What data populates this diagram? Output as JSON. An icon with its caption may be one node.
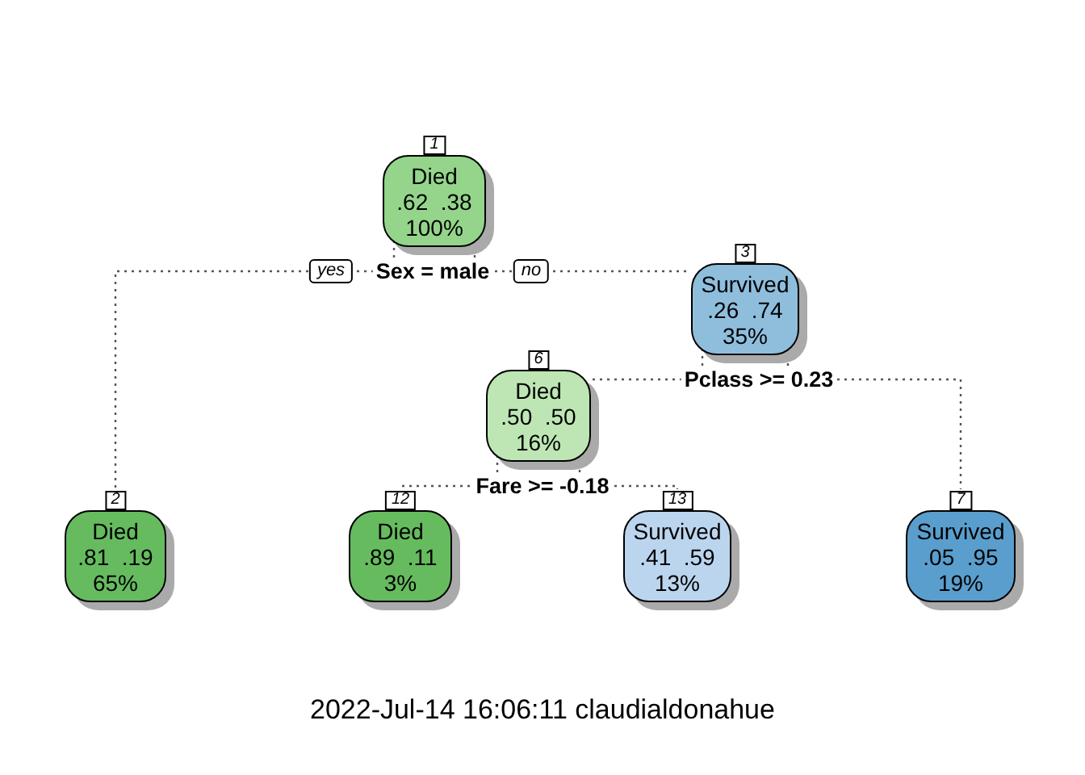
{
  "diagram": {
    "caption": "2022-Jul-14 16:06:11 claudialdonahue",
    "nodes": [
      {
        "text": [
          "Died",
          ".62  .38",
          "100%"
        ],
        "beside": [
          "1"
        ]
      },
      {
        "text": [
          "Survived",
          ".26  .74",
          "35%"
        ],
        "beside": [
          "3"
        ]
      },
      {
        "text": [
          "Died",
          ".50  .50",
          "16%"
        ],
        "beside": [
          "6"
        ]
      },
      {
        "text": [
          "Died",
          ".81  .19",
          "65%"
        ],
        "beside": [
          "2"
        ]
      },
      {
        "text": [
          "Died",
          ".89  .11",
          "3%"
        ],
        "beside": [
          "12"
        ]
      },
      {
        "text": [
          "Survived",
          ".41  .59",
          "13%"
        ],
        "beside": [
          "13"
        ]
      },
      {
        "text": [
          "Survived",
          ".05  .95",
          "19%"
        ],
        "beside": [
          "7"
        ]
      }
    ],
    "edges": [
      {
        "from": 0,
        "to": 3,
        "arrow": "none",
        "label": "yes"
      },
      {
        "from": 0,
        "to": 1,
        "arrow": "none",
        "label": "no"
      },
      {
        "from": 1,
        "to": 2,
        "arrow": "none"
      },
      {
        "from": 1,
        "to": 6,
        "arrow": "none"
      },
      {
        "from": 2,
        "to": 4,
        "arrow": "none"
      },
      {
        "from": 2,
        "to": 5,
        "arrow": "none"
      }
    ],
    "labels": [
      "Sex = male",
      "Pclass >= 0.23",
      "Fare >= -0.18"
    ]
  }
}
